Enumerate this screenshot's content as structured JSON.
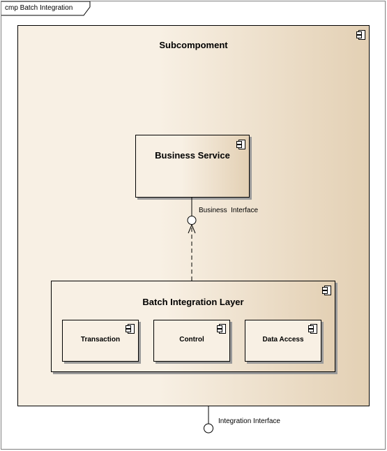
{
  "frame": {
    "label": "cmp Batch Integration"
  },
  "subcomponent": {
    "title": "Subcompoment"
  },
  "business_service": {
    "title": "Business Service"
  },
  "business_interface": {
    "label": "Business  Interface"
  },
  "batch_layer": {
    "title": "Batch Integration Layer",
    "parts": [
      {
        "label": "Transaction"
      },
      {
        "label": "Control"
      },
      {
        "label": "Data Access"
      }
    ]
  },
  "integration_interface": {
    "label": "Integration Interface"
  },
  "colors": {
    "component_fill_light": "#f8f0e4",
    "component_fill_dark": "#e3d0b4",
    "border": "#000000",
    "shadow": "#9a9a9a"
  }
}
